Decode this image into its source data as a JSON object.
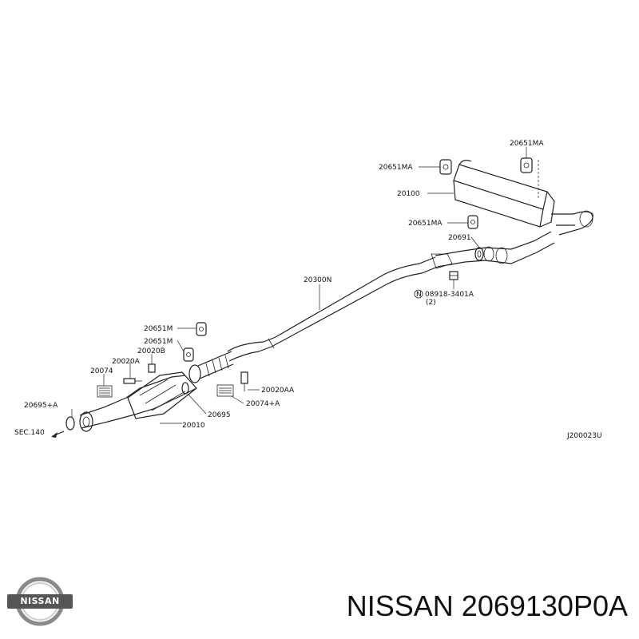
{
  "callouts": {
    "c20651ma_top": "20651MA",
    "c20651ma_left": "20651MA",
    "c20100": "20100",
    "c20651ma_lower": "20651MA",
    "c20691": "20691",
    "c08918": "08918-3401A",
    "c08918_qty": "(2)",
    "c20300n": "20300N",
    "c20651m_a": "20651M",
    "c20651m_b": "20651M",
    "c20020b": "20020B",
    "c20020a": "20020A",
    "c20074": "20074",
    "c20695a": "20695+A",
    "csec140": "SEC.140",
    "c20010": "20010",
    "c20695": "20695",
    "c20020aa": "20020AA",
    "c20074a": "20074+A",
    "cref": "J200023U"
  },
  "footer": {
    "brand_logo_text": "NISSAN",
    "product_title": "NISSAN 2069130P0A"
  },
  "icons": {
    "brand_logo": "nissan-logo-icon",
    "circle_n": "circle-n-icon",
    "arrow": "front-arrow-icon"
  }
}
